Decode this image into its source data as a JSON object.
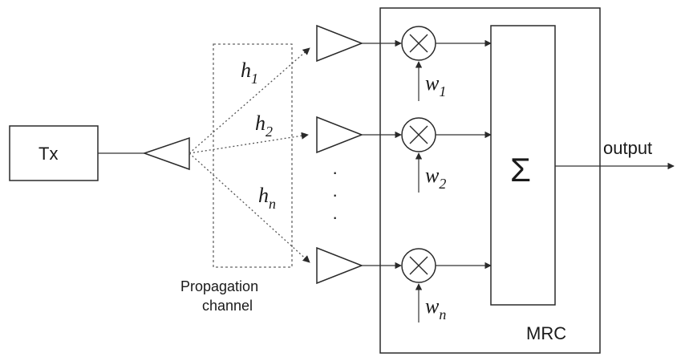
{
  "transmitter": {
    "label": "Tx"
  },
  "channel": {
    "label_line1": "Propagation",
    "label_line2": "channel"
  },
  "gains": {
    "h1": {
      "base": "h",
      "sub": "1"
    },
    "h2": {
      "base": "h",
      "sub": "2"
    },
    "hn": {
      "base": "h",
      "sub": "n"
    }
  },
  "weights": {
    "w1": {
      "base": "w",
      "sub": "1"
    },
    "w2": {
      "base": "w",
      "sub": "2"
    },
    "wn": {
      "base": "w",
      "sub": "n"
    }
  },
  "combiner": {
    "symbol": "Σ",
    "label": "MRC"
  },
  "output": {
    "label": "output"
  },
  "ellipsis": "·"
}
